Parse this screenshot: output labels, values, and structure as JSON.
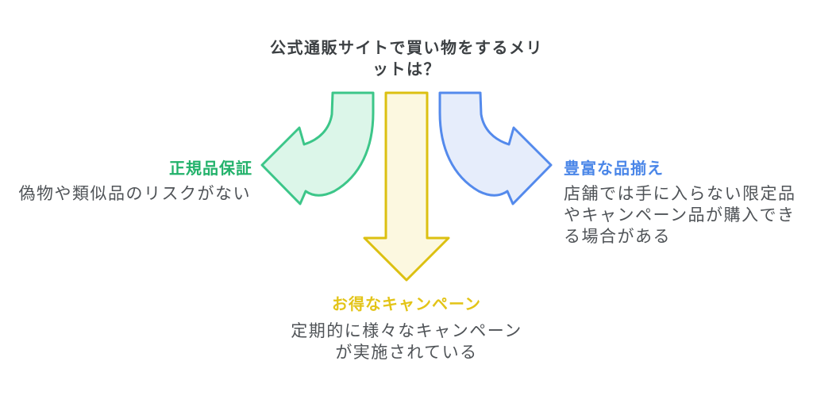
{
  "page": {
    "background_color": "#ffffff",
    "body_text_color": "#4f5357"
  },
  "title": {
    "text": "公式通販サイトで買い物をするメリットは？",
    "color": "#3c4043"
  },
  "branches": {
    "left": {
      "label": "正規品保証",
      "description": "偽物や類似品のリスクがない",
      "label_color": "#23b26b",
      "arrow_direction": "curved-down-left",
      "arrow_fill": "#dcf6e9",
      "arrow_stroke": "#3cc689"
    },
    "bottom": {
      "label": "お得なキャンペーン",
      "description": "定期的に様々なキャンペーンが実施されている",
      "label_color": "#e3c418",
      "arrow_direction": "straight-down",
      "arrow_fill": "#fcf8e0",
      "arrow_stroke": "#dcc011"
    },
    "right": {
      "label": "豊富な品揃え",
      "description": "店舗では手に入らない限定品やキャンペーン品が購入できる場合がある",
      "label_color": "#4a86e8",
      "arrow_direction": "curved-down-right",
      "arrow_fill": "#e6edfb",
      "arrow_stroke": "#548aec"
    }
  }
}
